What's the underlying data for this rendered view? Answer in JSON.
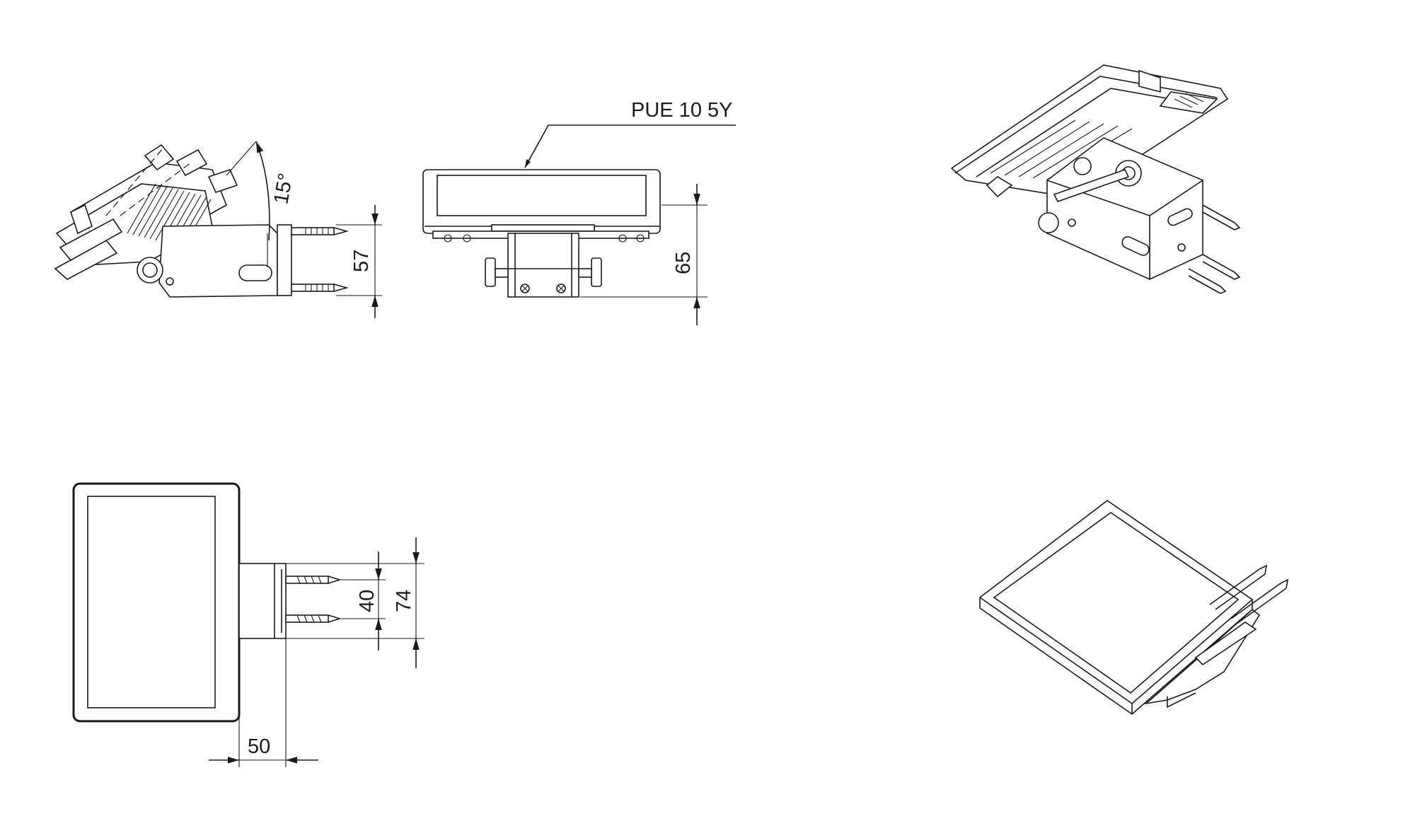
{
  "model_label": "PUE 10 5Y",
  "dimensions": {
    "tilt_angle": "15°",
    "side_height": "57",
    "front_height": "65",
    "bracket_depth": "50",
    "screw_spacing": "40",
    "bracket_width": "74"
  },
  "views": [
    "side-view",
    "front-view",
    "top-view",
    "iso-rear-view",
    "iso-front-view"
  ]
}
